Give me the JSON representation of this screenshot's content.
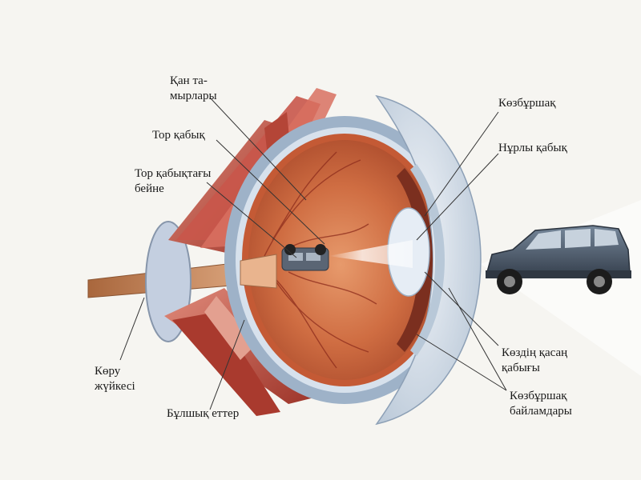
{
  "diagram": {
    "labels": {
      "blood_vessels": "Қан та-\nмырлары",
      "retina": "Тор қабық",
      "retina_image": "Тор қабықтағы\nбейне",
      "optic_nerve": "Көру\nжүйкесі",
      "muscles": "Бұлшық еттер",
      "lens": "Көзбұршақ",
      "iris": "Нұрлы қабық",
      "ciliary_body": "Көздің қасаң\nқабығы",
      "lens_ligaments": "Көзбұршақ\nбайламдары"
    }
  },
  "colors": {
    "sclera": "#9fb3c8",
    "choroid": "#c9764a",
    "vitreous": "#c9663e",
    "muscle": "#b9483c",
    "nerve": "#c98b5a",
    "cornea": "#d7dfe8",
    "car_body": "#4e5b6a"
  }
}
